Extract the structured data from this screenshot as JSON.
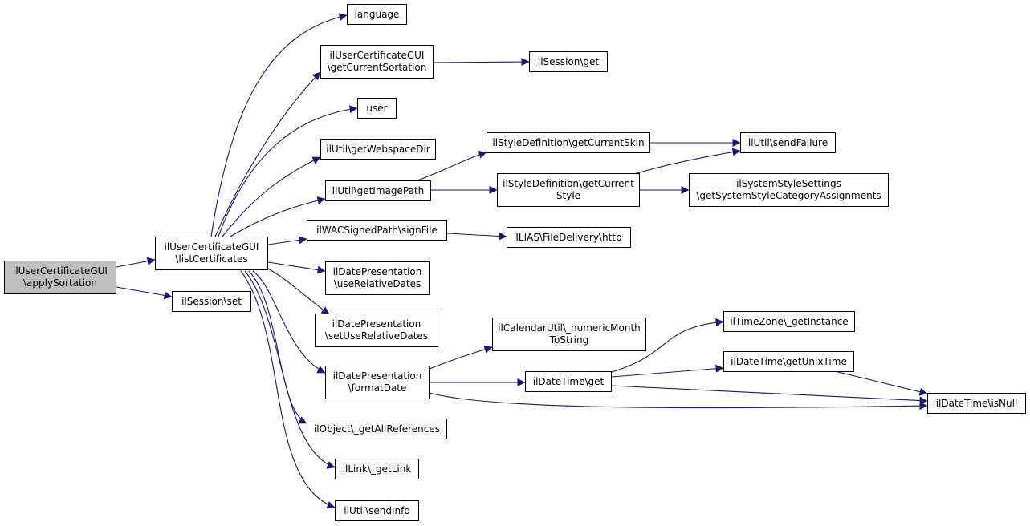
{
  "nodes": {
    "apply_sortation": "ilUserCertificateGUI\n\\applySortation",
    "list_certificates": "ilUserCertificateGUI\n\\listCertificates",
    "session_set": "ilSession\\set",
    "language": "language",
    "get_current_sortation": "ilUserCertificateGUI\n\\getCurrentSortation",
    "session_get": "ilSession\\get",
    "user": "user",
    "get_webspace_dir": "ilUtil\\getWebspaceDir",
    "get_image_path": "ilUtil\\getImagePath",
    "get_current_skin": "ilStyleDefinition\\getCurrentSkin",
    "get_current_style": "ilStyleDefinition\\getCurrent\nStyle",
    "send_failure": "ilUtil\\sendFailure",
    "system_style_settings": "ilSystemStyleSettings\n\\getSystemStyleCategoryAssignments",
    "sign_file": "ilWACSignedPath\\signFile",
    "file_delivery_http": "ILIAS\\FileDelivery\\http",
    "use_relative_dates": "ilDatePresentation\n\\useRelativeDates",
    "set_use_relative_dates": "ilDatePresentation\n\\setUseRelativeDates",
    "format_date": "ilDatePresentation\n\\formatDate",
    "numeric_month": "ilCalendarUtil\\_numericMonth\nToString",
    "datetime_get": "ilDateTime\\get",
    "timezone_get_instance": "ilTimeZone\\_getInstance",
    "get_unix_time": "ilDateTime\\getUnixTime",
    "is_null": "ilDateTime\\isNull",
    "get_all_references": "ilObject\\_getAllReferences",
    "get_link": "ilLink\\_getLink",
    "send_info": "ilUtil\\sendInfo"
  },
  "colors": {
    "edge": "#191970",
    "root_fill": "#bfbfbf",
    "node_fill": "#ffffff"
  }
}
